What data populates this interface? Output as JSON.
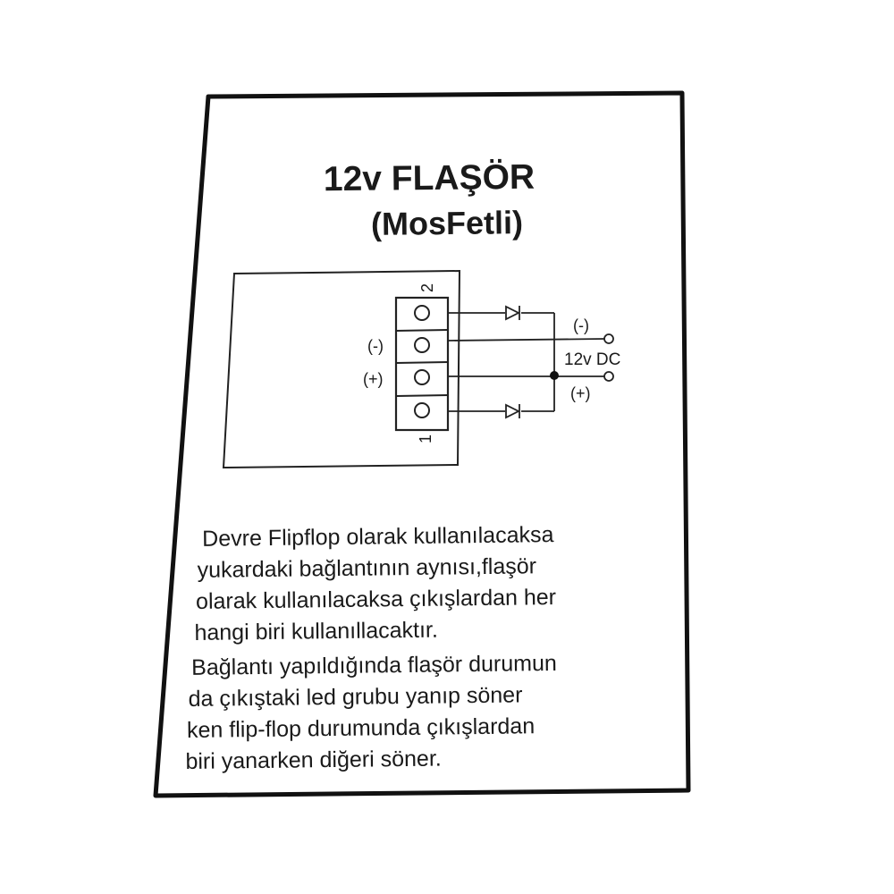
{
  "title": "12v FLAŞÖR",
  "subtitle": "(MosFetli)",
  "diagram": {
    "pin_top_number": "2",
    "pin_bottom_number": "1",
    "label_neg_left": "(-)",
    "label_pos_left": "(+)",
    "label_neg_right": "(-)",
    "label_pos_right": "(+)",
    "label_supply": "12v DC"
  },
  "paragraph1": [
    "Devre Flipflop olarak kullanılacaksa",
    "yukardaki bağlantının aynısı,flaşör",
    "olarak kullanılacaksa çıkışlardan her",
    "hangi biri kullanıllacaktır."
  ],
  "paragraph2": [
    "Bağlantı yapıldığında flaşör durumun",
    "da çıkıştaki led grubu yanıp söner",
    "ken flip-flop durumunda çıkışlardan",
    "biri yanarken  diğeri söner."
  ]
}
